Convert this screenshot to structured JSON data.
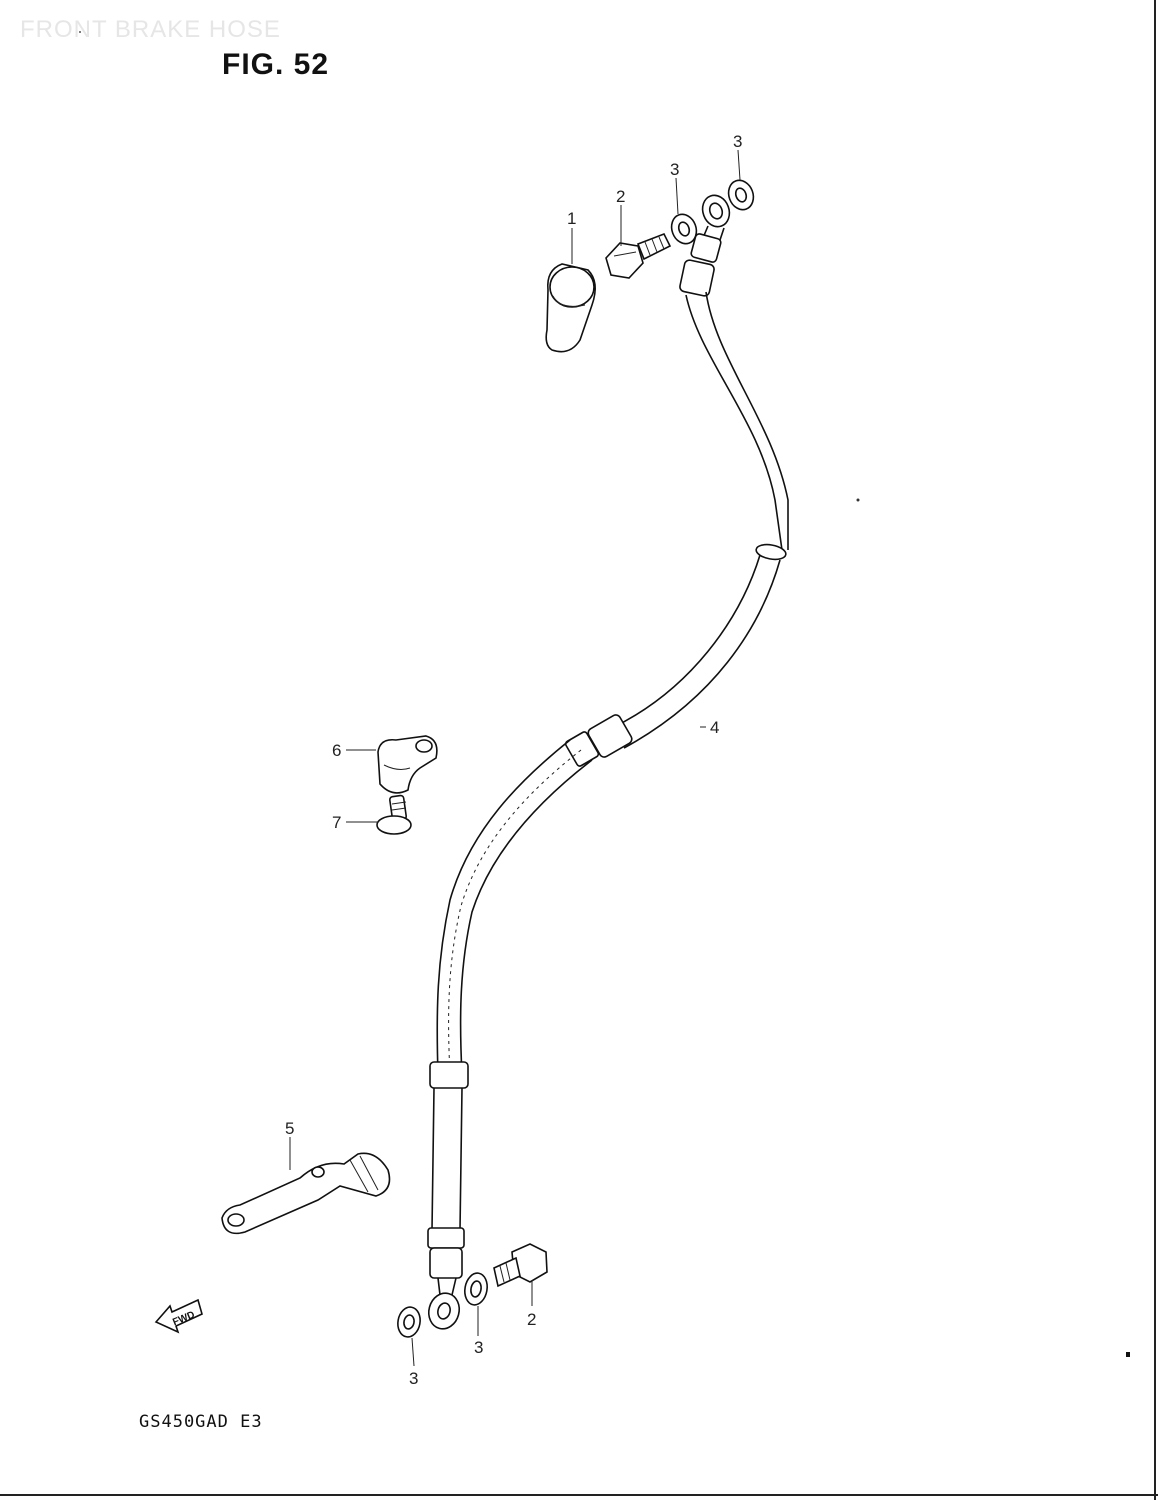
{
  "header": {
    "faint_title": "FRONT BRAKE HOSE",
    "figure_title": "FIG. 52"
  },
  "footer": {
    "model_code": "GS450GAD E3"
  },
  "fwd_badge": "FWD",
  "callouts": [
    {
      "text": "1"
    },
    {
      "text": "2"
    },
    {
      "text": "3"
    },
    {
      "text": "3"
    },
    {
      "text": "4"
    },
    {
      "text": "6"
    },
    {
      "text": "7"
    },
    {
      "text": "5"
    },
    {
      "text": "2"
    },
    {
      "text": "3"
    },
    {
      "text": "3"
    }
  ]
}
